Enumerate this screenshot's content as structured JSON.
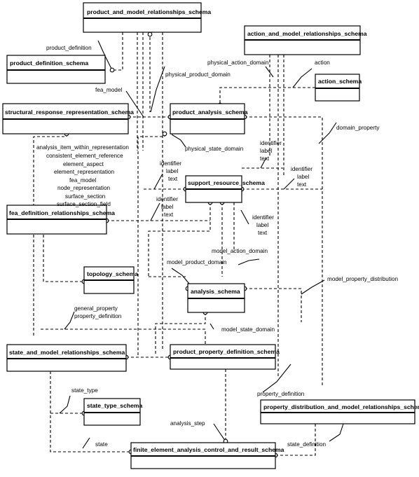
{
  "schemas": {
    "pamr": "product_and_model_relationships_schema",
    "aamr": "action_and_model_relationships_schema",
    "pds": "product_definition_schema",
    "as": "action_schema",
    "srr": "structural_response_representation_schema",
    "pa": "product_analysis_schema",
    "sr": "support_resource_schema",
    "fdr": "fea_definition_relationships_schema",
    "ts": "topology_schema",
    "an": "analysis_schema",
    "smr": "state_and_model_relationships_schema",
    "ppd": "product_property_definition_schema",
    "sts": "state_type_schema",
    "pdmr": "property_distribution_and_model_relationships_schema",
    "feac": "finite_element_analysis_control_and_result_schema"
  },
  "labels": {
    "product_definition": "product_definition",
    "physical_action_domain": "physical_action_domain",
    "action": "action",
    "physical_product_domain": "physical_product_domain",
    "fea_model": "fea_model",
    "domain_property": "domain_property",
    "physical_state_domain": "physical_state_domain",
    "analysis_item_within_representation": "analysis_item_within_representation",
    "consistent_element_reference": "consistent_element_reference",
    "element_aspect": "element_aspect",
    "element_representation": "element_representation",
    "fea_model_2": "fea_model",
    "node_representation": "node_representation",
    "surface_section": "surface_section",
    "surface_section_field": "surface_section_field",
    "identifier": "identifier",
    "label": "label",
    "text": "text",
    "model_action_domain": "model_action_domain",
    "model_product_domain": "model_product_domain",
    "model_property_distribution": "model_property_distribution",
    "general_property": "general_property",
    "property_definition": "property_definition",
    "model_state_domain": "model_state_domain",
    "state_type": "state_type",
    "property_definition_2": "property_definition",
    "analysis_step": "analysis_step",
    "state": "state",
    "state_definition": "state_definition"
  }
}
